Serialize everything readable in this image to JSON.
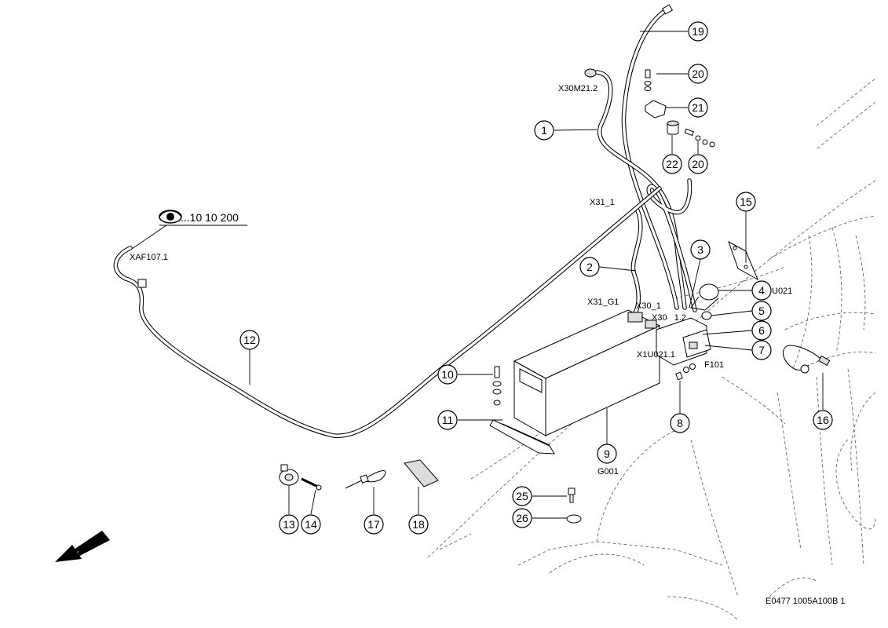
{
  "callouts": [
    "1",
    "2",
    "3",
    "4",
    "5",
    "6",
    "7",
    "8",
    "9",
    "10",
    "11",
    "12",
    "13",
    "14",
    "15",
    "16",
    "17",
    "18",
    "19",
    "20",
    "20",
    "21",
    "22",
    "25",
    "26"
  ],
  "labels": {
    "x30m21_2": "X30M21.2",
    "x31_1": "X31_1",
    "xaf107_1": "XAF107.1",
    "x31_g1": "X31_G1",
    "x30_1": "X30_1",
    "x30_1_2": "X30   1.2",
    "x1u021_1": "X1U021.1",
    "f101": "F101",
    "u021": "U021",
    "g001": "G001"
  },
  "reference": "...10 10 200",
  "drawing_id": "E0477 1005A100B 1",
  "icons": [
    "eye-icon",
    "direction-arrow-icon"
  ]
}
